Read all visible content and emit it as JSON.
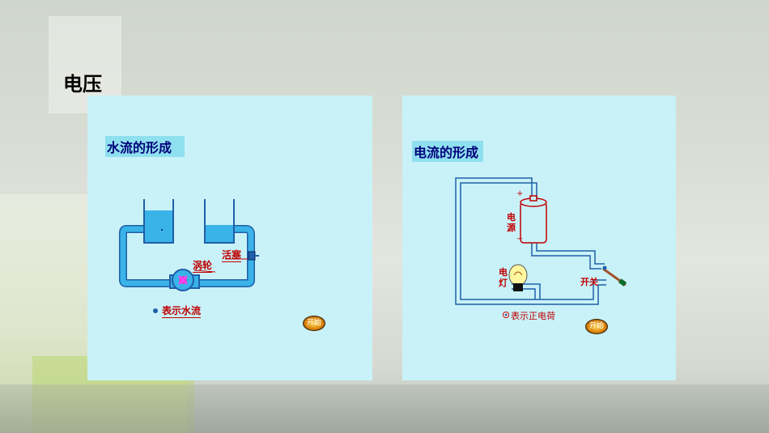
{
  "slide": {
    "title": "电压"
  },
  "water_panel": {
    "title": "水流的形成",
    "label_turbine": "涡轮",
    "label_piston": "活塞",
    "legend": "表示水流",
    "play_button": "开始"
  },
  "current_panel": {
    "title": "电流的形成",
    "label_source": "电源",
    "label_bulb": "电灯",
    "label_switch": "开关",
    "legend": "表示正电荷",
    "plus_sign": "+",
    "minus_sign": "−",
    "play_button": "开始"
  },
  "colors": {
    "panel_bg": "#c9f2f8",
    "title_text": "#00007a",
    "title_highlight": "#8fe0ef",
    "label_red": "#c00000",
    "water": "#3ab3e8",
    "pipe_outline": "#1f5fa8"
  }
}
